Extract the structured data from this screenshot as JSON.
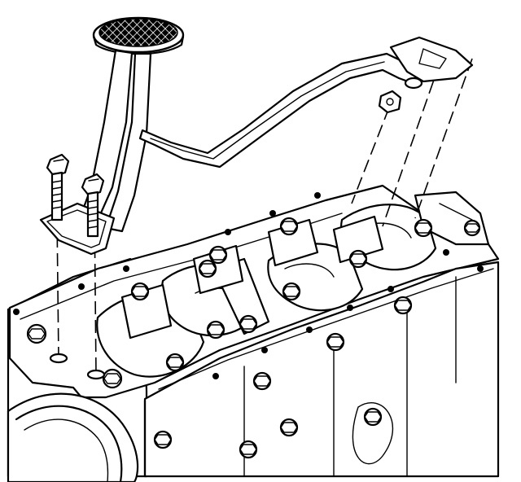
{
  "diagram": {
    "colors": {
      "line": "#000000",
      "background": "#ffffff"
    },
    "components": [
      {
        "id": "oil-pump-pickup",
        "icon": "oil-pickup-screen-icon"
      },
      {
        "id": "pickup-bolt-left",
        "icon": "bolt-icon"
      },
      {
        "id": "pickup-bolt-right",
        "icon": "bolt-icon"
      },
      {
        "id": "pickup-tube-nut",
        "icon": "nut-icon"
      },
      {
        "id": "crankshaft",
        "icon": "crankshaft-icon"
      },
      {
        "id": "engine-block",
        "icon": "engine-block-icon"
      },
      {
        "id": "harmonic-balancer",
        "icon": "pulley-icon"
      }
    ]
  }
}
